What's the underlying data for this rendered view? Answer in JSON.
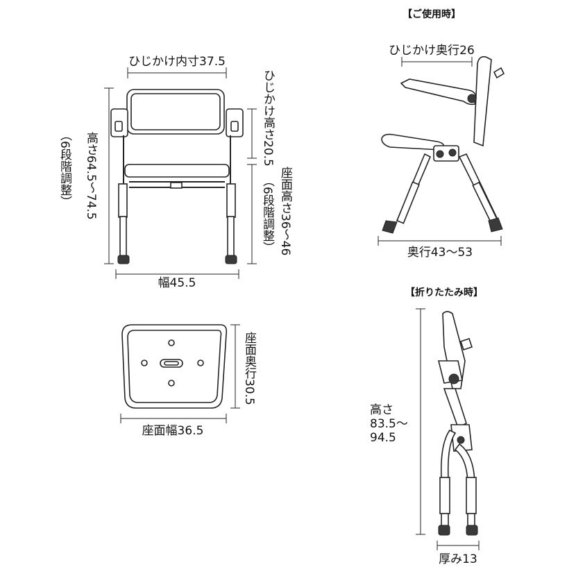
{
  "front_view": {
    "armrest_inner_width": "ひじかけ内寸37.5",
    "armrest_height": "ひじかけ高さ20.5",
    "height": "高さ64.5～74.5",
    "height_note": "（6段階調整）",
    "seat_height": "座面高さ36～46",
    "seat_height_note": "（6段階調整）",
    "width": "幅45.5"
  },
  "seat_view": {
    "seat_depth": "座面奥行30.5",
    "seat_width": "座面幅36.5"
  },
  "in_use_view": {
    "header": "【ご使用時】",
    "armrest_depth": "ひじかけ奥行26",
    "depth": "奥行43～53"
  },
  "folded_view": {
    "header": "【折りたたみ時】",
    "height_line1": "高さ",
    "height_line2": "83.5～",
    "height_line3": "94.5",
    "thickness": "厚み13"
  }
}
